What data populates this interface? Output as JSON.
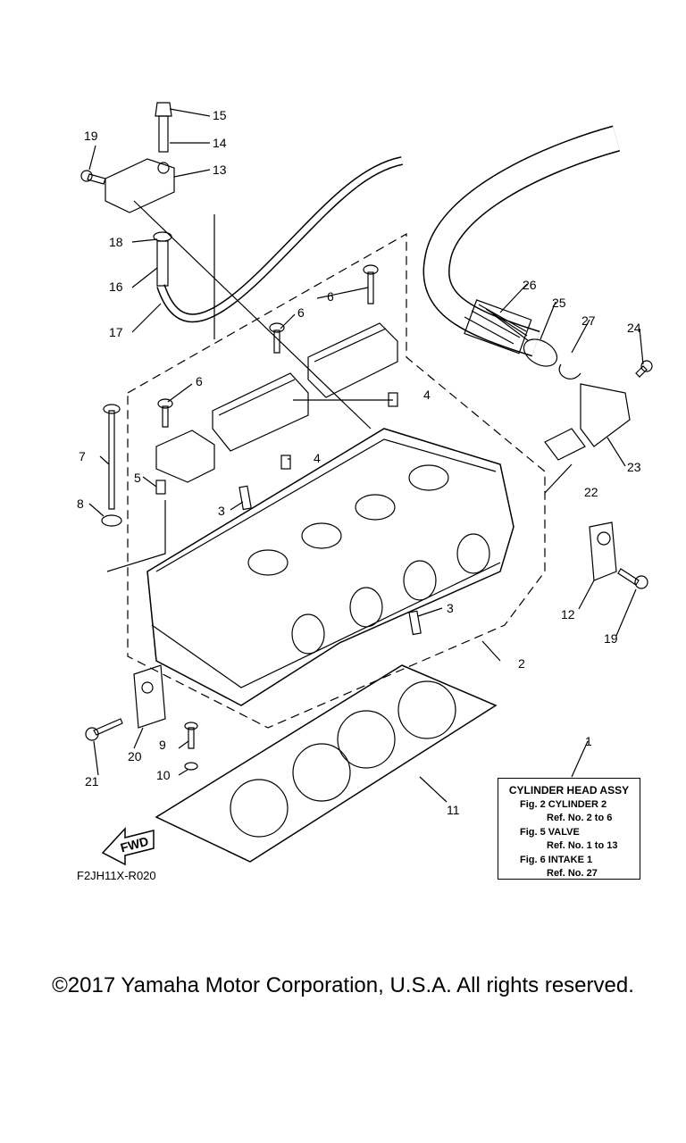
{
  "callouts": [
    "1",
    "2",
    "3",
    "3",
    "4",
    "4",
    "5",
    "6",
    "6",
    "6",
    "7",
    "8",
    "9",
    "10",
    "11",
    "12",
    "13",
    "14",
    "15",
    "16",
    "17",
    "18",
    "19",
    "19",
    "20",
    "21",
    "22",
    "23",
    "24",
    "25",
    "26",
    "27"
  ],
  "fwd_label": "FWD",
  "figure_code": "F2JH11X-R020",
  "reference_box": {
    "title": "CYLINDER HEAD ASSY",
    "lines": [
      "Fig. 2 CYLINDER 2",
      "Ref. No. 2 to 6",
      "Fig. 5 VALVE",
      "Ref. No. 1 to 13",
      "Fig. 6 INTAKE 1",
      "Ref. No. 27"
    ]
  },
  "copyright": "©2017 Yamaha Motor Corporation, U.S.A. All rights reserved.",
  "colors": {
    "line": "#000000",
    "background": "#ffffff"
  }
}
